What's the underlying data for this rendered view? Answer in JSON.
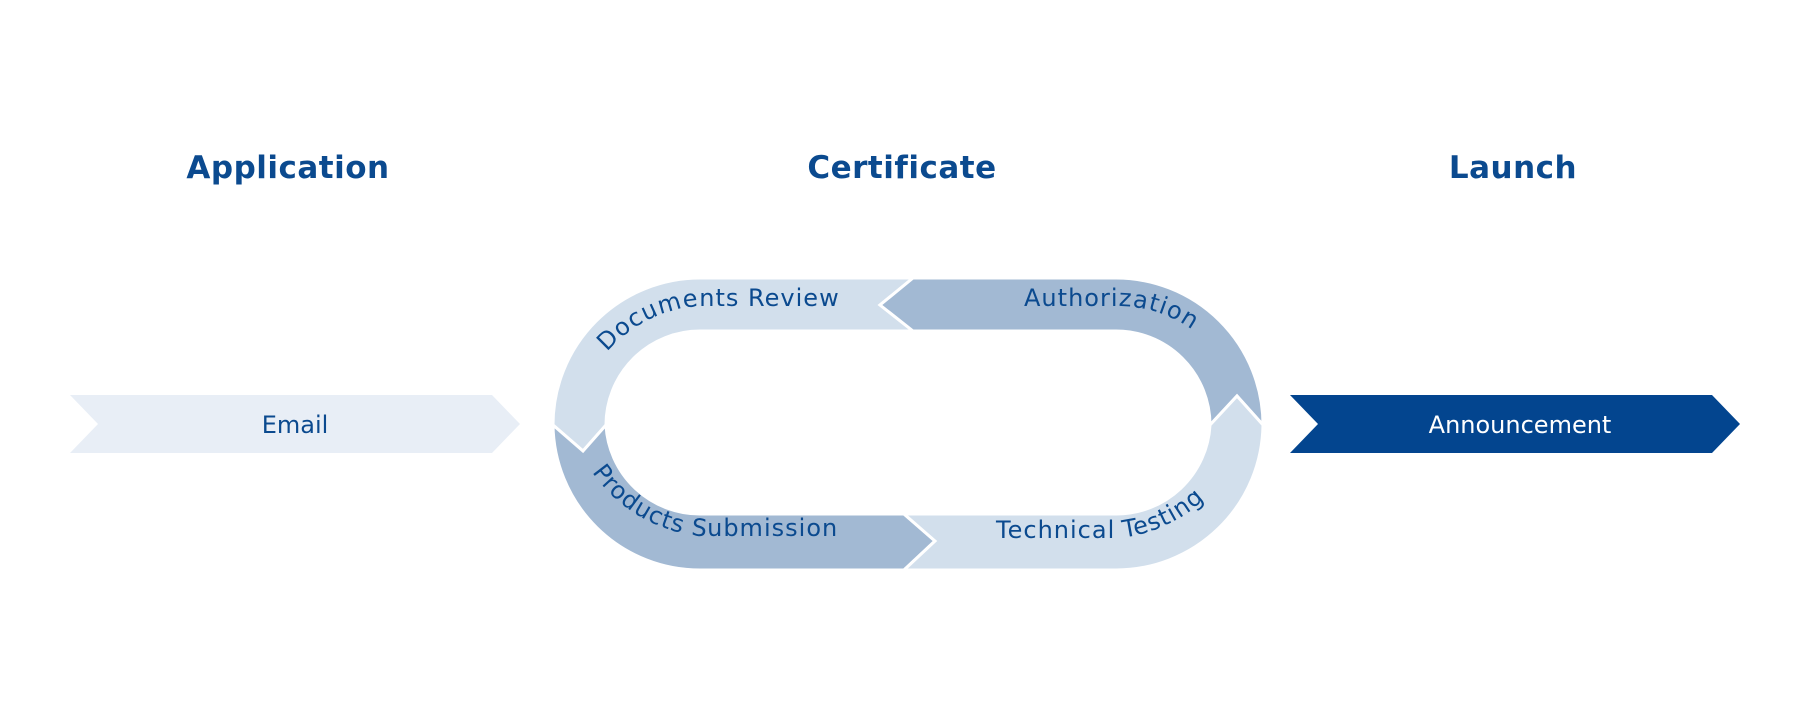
{
  "phases": {
    "application": "Application",
    "certificate": "Certificate",
    "launch": "Launch"
  },
  "steps": {
    "email": "Email",
    "documents_review": "Documents Review",
    "authorization": "Authorization",
    "products_submission": "Products Submission",
    "technical_testing": "Technical Testing",
    "announcement": "Announcement"
  },
  "colors": {
    "heading": "#0b4a8f",
    "dark_blue": "#03458f",
    "mid_blue": "#a2b9d3",
    "light_blue": "#d2dfec",
    "pale_blue": "#e8eef6",
    "label_text": "#0b4a8f",
    "white": "#ffffff"
  }
}
